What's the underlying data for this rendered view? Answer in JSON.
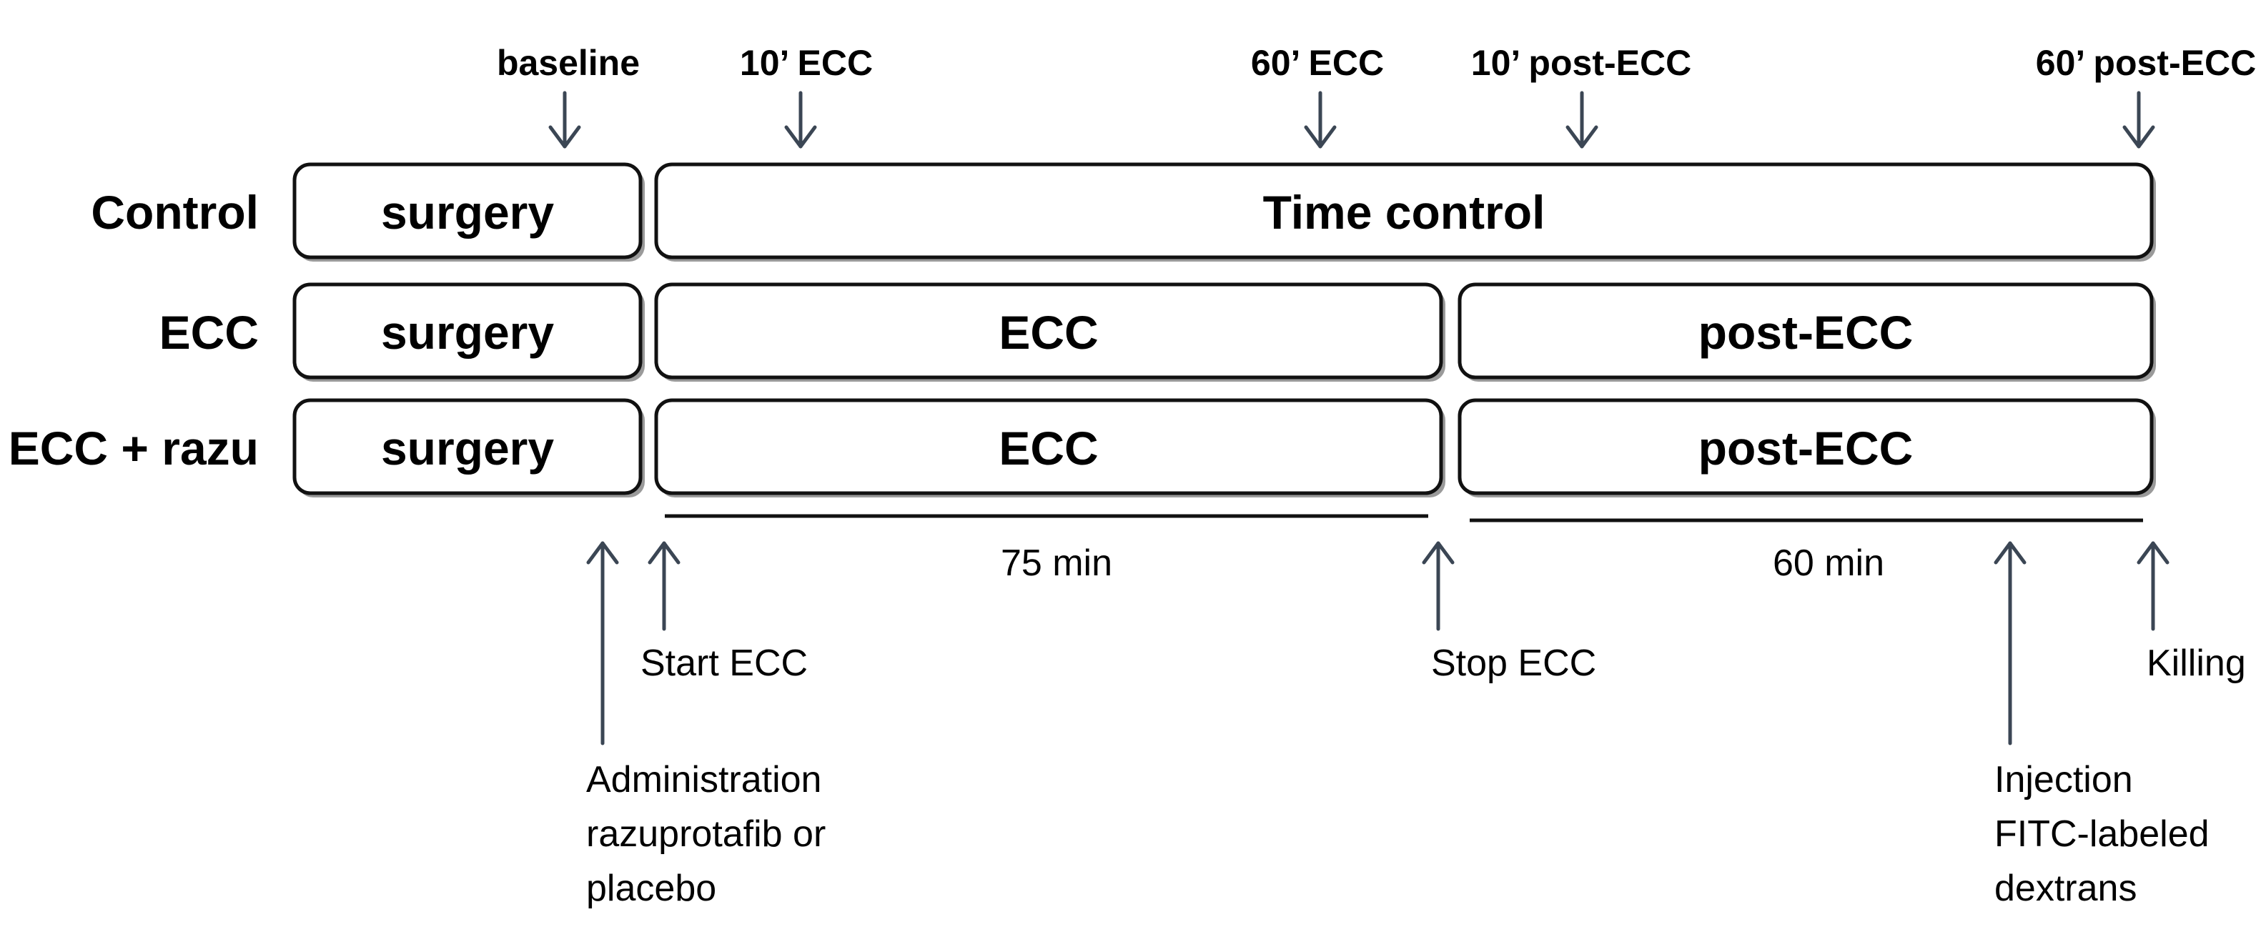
{
  "timepoints": {
    "baseline": "baseline",
    "ecc_10": "10’ ECC",
    "ecc_60": "60’ ECC",
    "post_10": "10’ post-ECC",
    "post_60": "60’ post-ECC"
  },
  "groups": {
    "control": "Control",
    "ecc": "ECC",
    "ecc_razu": "ECC + razu"
  },
  "phases": {
    "surgery": "surgery",
    "time_control": "Time control",
    "ecc": "ECC",
    "post_ecc": "post-ECC"
  },
  "durations": {
    "ecc": "75 min",
    "post_ecc": "60 min"
  },
  "events": {
    "start_ecc": "Start ECC",
    "stop_ecc": "Stop ECC",
    "killing": "Killing",
    "administration": [
      "Administration",
      "razuprotafib or",
      "placebo"
    ],
    "injection": [
      "Injection",
      "FITC-labeled",
      "dextrans"
    ]
  }
}
